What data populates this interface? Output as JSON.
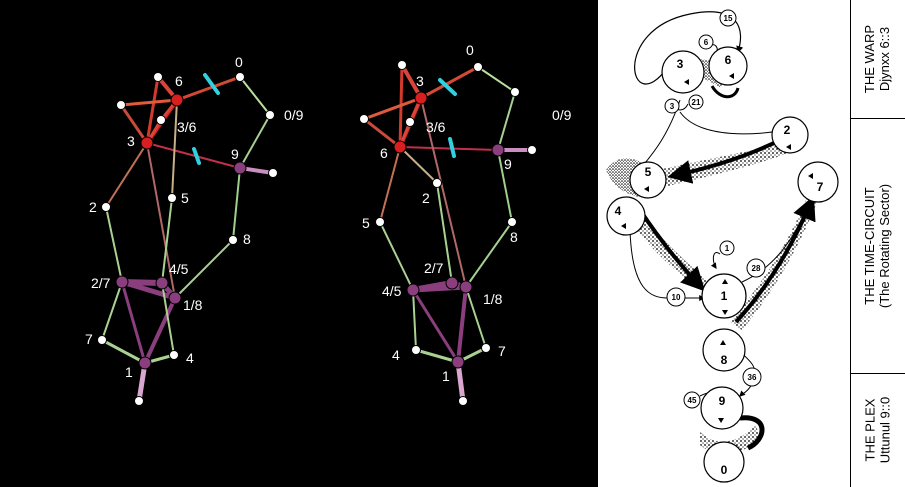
{
  "graph_a": {
    "labels": {
      "n0": "0",
      "n09": "0/9",
      "n6": "6",
      "n36": "3/6",
      "n3": "3",
      "n9": "9",
      "n2": "2",
      "n5": "5",
      "n8": "8",
      "n27": "2/7",
      "n45": "4/5",
      "n18": "1/8",
      "n7": "7",
      "n4": "4",
      "n1": "1"
    }
  },
  "graph_b": {
    "labels": {
      "n0": "0",
      "n09": "0/9",
      "n3": "3",
      "n36": "3/6",
      "n6": "6",
      "n9": "9",
      "n5": "5",
      "n2": "2",
      "n8": "8",
      "n27": "2/7",
      "n45": "4/5",
      "n18": "1/8",
      "n4": "4",
      "n7": "7",
      "n1": "1"
    }
  },
  "sketch": {
    "node_labels": {
      "n3": "3",
      "n6": "6",
      "n5": "5",
      "n4": "4",
      "n2": "2",
      "n7": "7",
      "n1": "1",
      "n8": "8",
      "n9": "9",
      "n0": "0"
    },
    "edge_labels": {
      "e15": "15",
      "e6": "6",
      "e3": "3",
      "e21": "21",
      "e1": "1",
      "e28": "28",
      "e10": "10",
      "e36": "36",
      "e45": "45"
    }
  },
  "sidebar": {
    "warp": {
      "title": "THE WARP",
      "subtitle": "Djynxx 6::3"
    },
    "time_circuit": {
      "title": "THE TIME-CIRCUIT",
      "subtitle": "(The Rotating Sector)"
    },
    "plex": {
      "title": "THE PLEX",
      "subtitle": "Uttunul 9::0"
    }
  },
  "colors": {
    "red": "#d81f1f",
    "purple": "#8a3e7e",
    "pale_green": "#b8e0a0",
    "cyan": "#2fd0e0",
    "white": "#ffffff"
  }
}
